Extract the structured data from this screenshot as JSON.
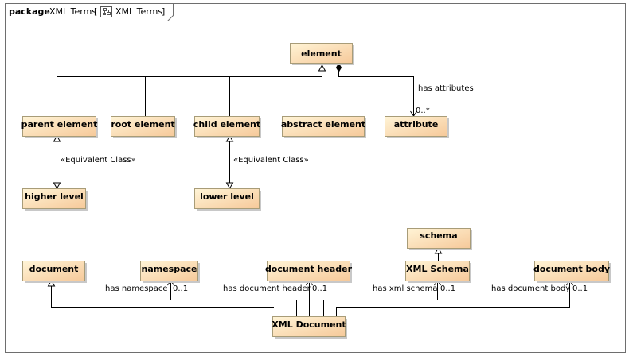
{
  "frame": {
    "keyword": "package",
    "name": "XML Terms",
    "bracket_open": "[",
    "bracket_label": "XML Terms",
    "bracket_close": "]"
  },
  "colors": {
    "node_fill_start": "#fff4d6",
    "node_fill_end": "#f6c99a",
    "node_border": "#a89c78"
  },
  "nodes": [
    {
      "id": "element",
      "label": "element"
    },
    {
      "id": "parent_element",
      "label": "parent element"
    },
    {
      "id": "root_element",
      "label": "root element"
    },
    {
      "id": "child_element",
      "label": "child element"
    },
    {
      "id": "abstract_element",
      "label": "abstract element"
    },
    {
      "id": "attribute",
      "label": "attribute"
    },
    {
      "id": "higher_level",
      "label": "higher level"
    },
    {
      "id": "lower_level",
      "label": "lower level"
    },
    {
      "id": "schema",
      "label": "schema"
    },
    {
      "id": "document",
      "label": "document"
    },
    {
      "id": "namespace",
      "label": "namespace"
    },
    {
      "id": "document_header",
      "label": "document header"
    },
    {
      "id": "xml_schema",
      "label": "XML Schema"
    },
    {
      "id": "document_body",
      "label": "document body"
    },
    {
      "id": "xml_document",
      "label": "XML Document"
    }
  ],
  "edges": [
    {
      "type": "generalization",
      "from": "parent_element",
      "to": "element"
    },
    {
      "type": "generalization",
      "from": "root_element",
      "to": "element"
    },
    {
      "type": "generalization",
      "from": "child_element",
      "to": "element"
    },
    {
      "type": "generalization",
      "from": "abstract_element",
      "to": "element"
    },
    {
      "type": "composition",
      "from": "element",
      "to": "attribute",
      "label": "has attributes",
      "multiplicity": "0..*"
    },
    {
      "type": "equivalence",
      "from": "parent_element",
      "to": "higher_level",
      "label": "«Equivalent Class»"
    },
    {
      "type": "equivalence",
      "from": "child_element",
      "to": "lower_level",
      "label": "«Equivalent Class»"
    },
    {
      "type": "generalization",
      "from": "xml_schema",
      "to": "schema"
    },
    {
      "type": "generalization",
      "from": "xml_document",
      "to": "document"
    },
    {
      "type": "association",
      "from": "xml_document",
      "to": "namespace",
      "label": "has namespace",
      "multiplicity": "0..1"
    },
    {
      "type": "association",
      "from": "xml_document",
      "to": "document_header",
      "label": "has document header",
      "multiplicity": "0..1"
    },
    {
      "type": "association",
      "from": "xml_document",
      "to": "xml_schema",
      "label": "has xml schema",
      "multiplicity": "0..1"
    },
    {
      "type": "association",
      "from": "xml_document",
      "to": "document_body",
      "label": "has document body",
      "multiplicity": "0..1"
    }
  ]
}
